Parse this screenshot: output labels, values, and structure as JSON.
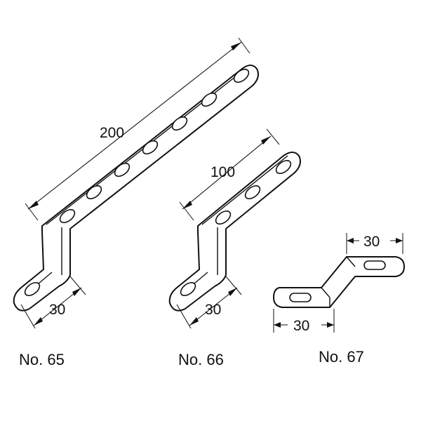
{
  "parts": [
    {
      "model": "No. 65",
      "dimensions": {
        "length": "200",
        "offset": "30"
      },
      "holes": 8
    },
    {
      "model": "No. 66",
      "dimensions": {
        "length": "100",
        "offset": "30"
      },
      "holes": 4
    },
    {
      "model": "No. 67",
      "dimensions": {
        "offset_top": "30",
        "offset_bottom": "30"
      },
      "holes": 2
    }
  ],
  "colors": {
    "line": "#111111",
    "background": "#ffffff"
  }
}
